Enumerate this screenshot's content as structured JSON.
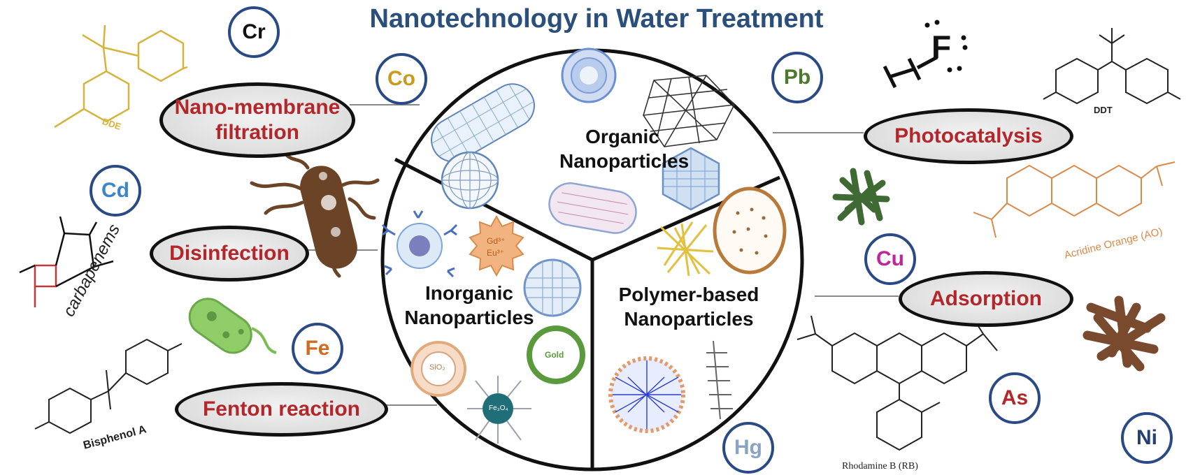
{
  "title": "Nanotechnology in Water Treatment",
  "segments": {
    "organic": "Organic\nNanoparticles",
    "inorganic": "Inorganic\nNanoparticles",
    "polymer": "Polymer-based\nNanoparticles"
  },
  "methods": {
    "nano_membrane": "Nano-membrane\nfiltration",
    "disinfection": "Disinfection",
    "fenton": "Fenton reaction",
    "photocatalysis": "Photocatalysis",
    "adsorption": "Adsorption"
  },
  "elements": {
    "cr": "Cr",
    "co": "Co",
    "cd": "Cd",
    "fe": "Fe",
    "pb": "Pb",
    "cu": "Cu",
    "as": "As",
    "hg": "Hg",
    "ni": "Ni"
  },
  "chemicals": {
    "dde": "DDE",
    "ddt": "DDT",
    "carbapenems": "carbapenems",
    "bisphenol": "Bisphenol A",
    "acridine": "Acridine Orange (AO)",
    "rhodamine": "Rhodamine B (RB)",
    "hf_h": "H",
    "hf_f": "F",
    "gold": "Gold",
    "sio2": "SiO₂",
    "fe3o4": "Fe₃O₄",
    "gd": "Gd³⁺",
    "eu": "Eu³⁺"
  },
  "colors": {
    "title": "#2a4f7a",
    "method_text": "#b3262a",
    "circle_border": "#2a4a86",
    "cr": "#111111",
    "co": "#c99a1c",
    "cd": "#3a86c8",
    "fe": "#d06a1e",
    "pb": "#4d7a2a",
    "cu": "#c0259a",
    "as": "#b3262a",
    "hg": "#8aa3c2",
    "ni": "#233f73"
  }
}
